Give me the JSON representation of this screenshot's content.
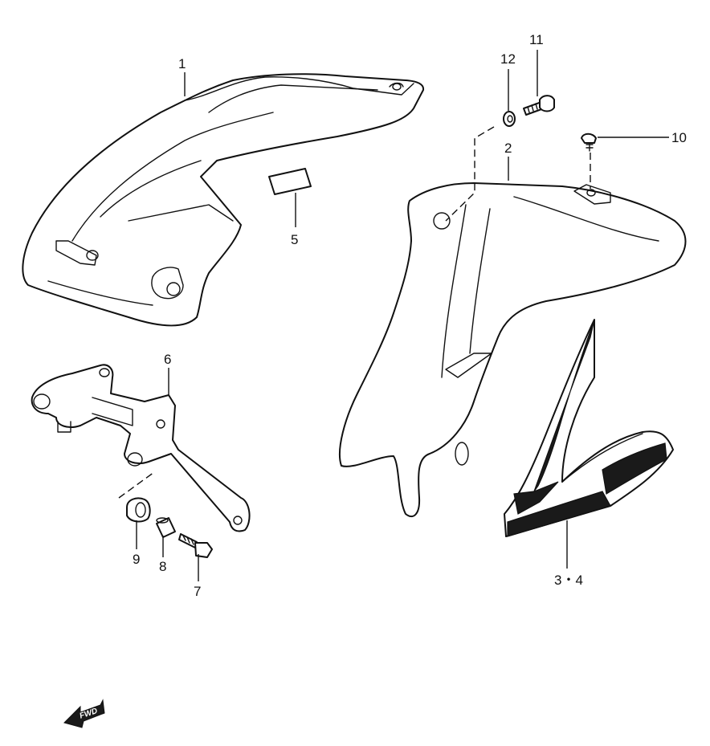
{
  "callouts": {
    "c1": "1",
    "c2": "2",
    "c34": "3・4",
    "c5": "5",
    "c6": "6",
    "c7": "7",
    "c8": "8",
    "c9": "9",
    "c10": "10",
    "c11": "11",
    "c12": "12"
  },
  "fwd": {
    "label": "FWD",
    "icon": "forward-arrow-icon"
  },
  "colors": {
    "line": "#111111",
    "background": "#ffffff"
  }
}
